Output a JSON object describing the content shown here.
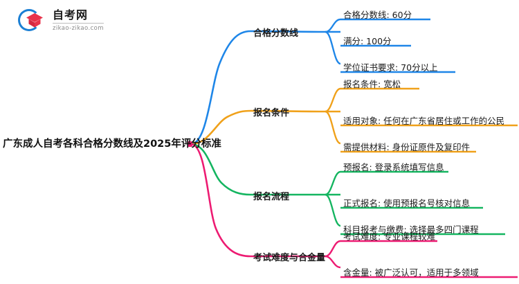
{
  "logo": {
    "cn_name": "自考网",
    "url": "zikao-zikao.com",
    "ring_color": "#1b7fd4",
    "cap_color": "#e8324a"
  },
  "mindmap": {
    "root": "广东成人自考各科合格分数线及2025年评分标准",
    "branches": [
      {
        "label": "合格分数线",
        "color": "#1e86e8",
        "children": [
          "合格分数线: 60分",
          "满分: 100分",
          "学位证书要求: 70分以上"
        ]
      },
      {
        "label": "报名条件",
        "color": "#f0a11a",
        "children": [
          "报名条件: 宽松",
          "适用对象: 任何在广东省居住或工作的公民",
          "需提供材料: 身份证原件及复印件"
        ]
      },
      {
        "label": "报名流程",
        "color": "#14b560",
        "children": [
          "预报名: 登录系统填写信息",
          "正式报名: 使用预报名号核对信息",
          "科目报考与缴费: 选择最多四门课程"
        ]
      },
      {
        "label": "考试难度与合金量",
        "color": "#ed1b72",
        "children": [
          "考试难度: 专业课程较难",
          "含金量: 被广泛认可，适用于多领域"
        ]
      }
    ]
  }
}
